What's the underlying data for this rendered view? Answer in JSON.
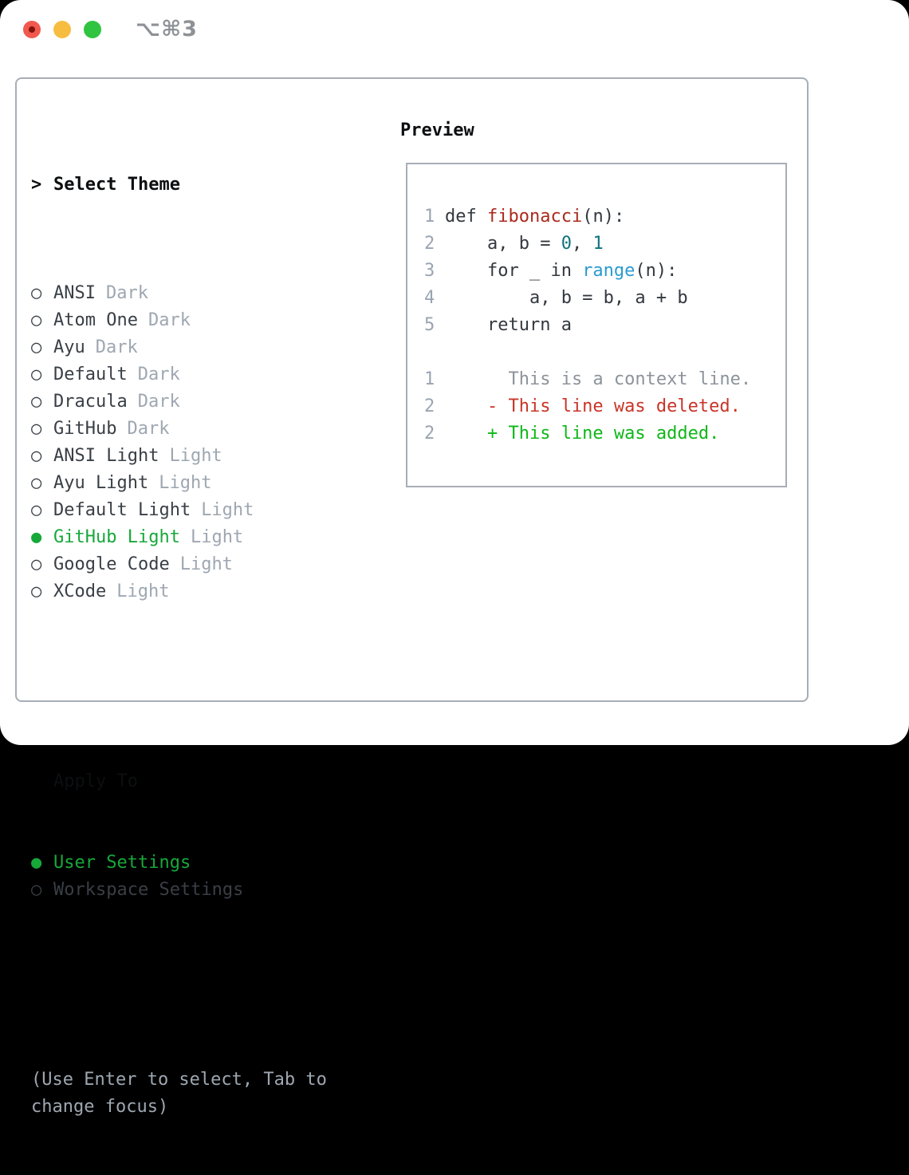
{
  "colors": {
    "traffic_red": "#f2594e",
    "traffic_red_dot": "#801409",
    "traffic_yellow": "#f7bd40",
    "traffic_green": "#30c441",
    "title_gray": "#8e9297",
    "border_gray": "#a7aeb6",
    "heading_black": "#0c0e10",
    "text_dark": "#393f46",
    "muted": "#9ea7b1",
    "accent_green": "#17a83a",
    "code_fg": "#33383f",
    "function_red": "#ab2a1c",
    "number_teal": "#0e737c",
    "call_blue": "#2a9bd0",
    "context_gray": "#8c939b",
    "deleted_red": "#c93528",
    "added_green": "#0fb718",
    "line_number": "#9aa4b2"
  },
  "window": {
    "title_shortcut": "⌥⌘3"
  },
  "icons": {
    "prompt": ">",
    "radio_on": "●",
    "radio_off": "○"
  },
  "theme_panel": {
    "header": {
      "label": "Select Theme"
    },
    "themes": [
      {
        "name": "ANSI",
        "variant": "Dark",
        "selected": false
      },
      {
        "name": "Atom One",
        "variant": "Dark",
        "selected": false
      },
      {
        "name": "Ayu",
        "variant": "Dark",
        "selected": false
      },
      {
        "name": "Default",
        "variant": "Dark",
        "selected": false
      },
      {
        "name": "Dracula",
        "variant": "Dark",
        "selected": false
      },
      {
        "name": "GitHub",
        "variant": "Dark",
        "selected": false
      },
      {
        "name": "ANSI Light",
        "variant": "Light",
        "selected": false
      },
      {
        "name": "Ayu Light",
        "variant": "Light",
        "selected": false
      },
      {
        "name": "Default Light",
        "variant": "Light",
        "selected": false
      },
      {
        "name": "GitHub Light",
        "variant": "Light",
        "selected": true
      },
      {
        "name": "Google Code",
        "variant": "Light",
        "selected": false
      },
      {
        "name": "XCode",
        "variant": "Light",
        "selected": false
      }
    ],
    "apply_to": {
      "label": "Apply To",
      "options": [
        {
          "label": "User Settings",
          "selected": true
        },
        {
          "label": "Workspace Settings",
          "selected": false
        }
      ]
    },
    "footer_lines": [
      "(Use Enter to select, Tab to",
      "change focus)"
    ]
  },
  "preview": {
    "label": "Preview",
    "code_lines": [
      {
        "num": "1",
        "segments": [
          {
            "text": "def ",
            "color": "fg"
          },
          {
            "text": "fibonacci",
            "color": "fn"
          },
          {
            "text": "(n):",
            "color": "fg"
          }
        ]
      },
      {
        "num": "2",
        "segments": [
          {
            "text": "    a, b = ",
            "color": "fg"
          },
          {
            "text": "0",
            "color": "num"
          },
          {
            "text": ", ",
            "color": "fg"
          },
          {
            "text": "1",
            "color": "num"
          }
        ]
      },
      {
        "num": "3",
        "segments": [
          {
            "text": "    for _ in ",
            "color": "fg"
          },
          {
            "text": "range",
            "color": "call"
          },
          {
            "text": "(n):",
            "color": "fg"
          }
        ]
      },
      {
        "num": "4",
        "segments": [
          {
            "text": "        a, b = b, a + b",
            "color": "fg"
          }
        ]
      },
      {
        "num": "5",
        "segments": [
          {
            "text": "    return a",
            "color": "fg"
          }
        ]
      },
      {
        "num": "",
        "segments": []
      },
      {
        "num": "1",
        "segments": [
          {
            "text": "      This is a context line.",
            "color": "ctx"
          }
        ]
      },
      {
        "num": "2",
        "segments": [
          {
            "text": "    - This line was deleted.",
            "color": "del"
          }
        ]
      },
      {
        "num": "2",
        "segments": [
          {
            "text": "    + This line was added.",
            "color": "add"
          }
        ]
      }
    ]
  }
}
